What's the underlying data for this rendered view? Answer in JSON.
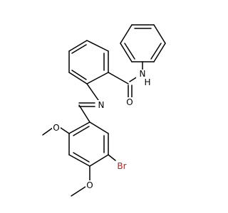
{
  "atoms": {
    "amide_nh": "N\nH",
    "amide_o": "O",
    "imine_n": "N",
    "ortho_o": "O",
    "para_o": "O",
    "bromo": "Br"
  },
  "colors": {
    "bond": "#000000",
    "text": "#000000",
    "bromine": "#a52a2a",
    "background": "#ffffff"
  }
}
